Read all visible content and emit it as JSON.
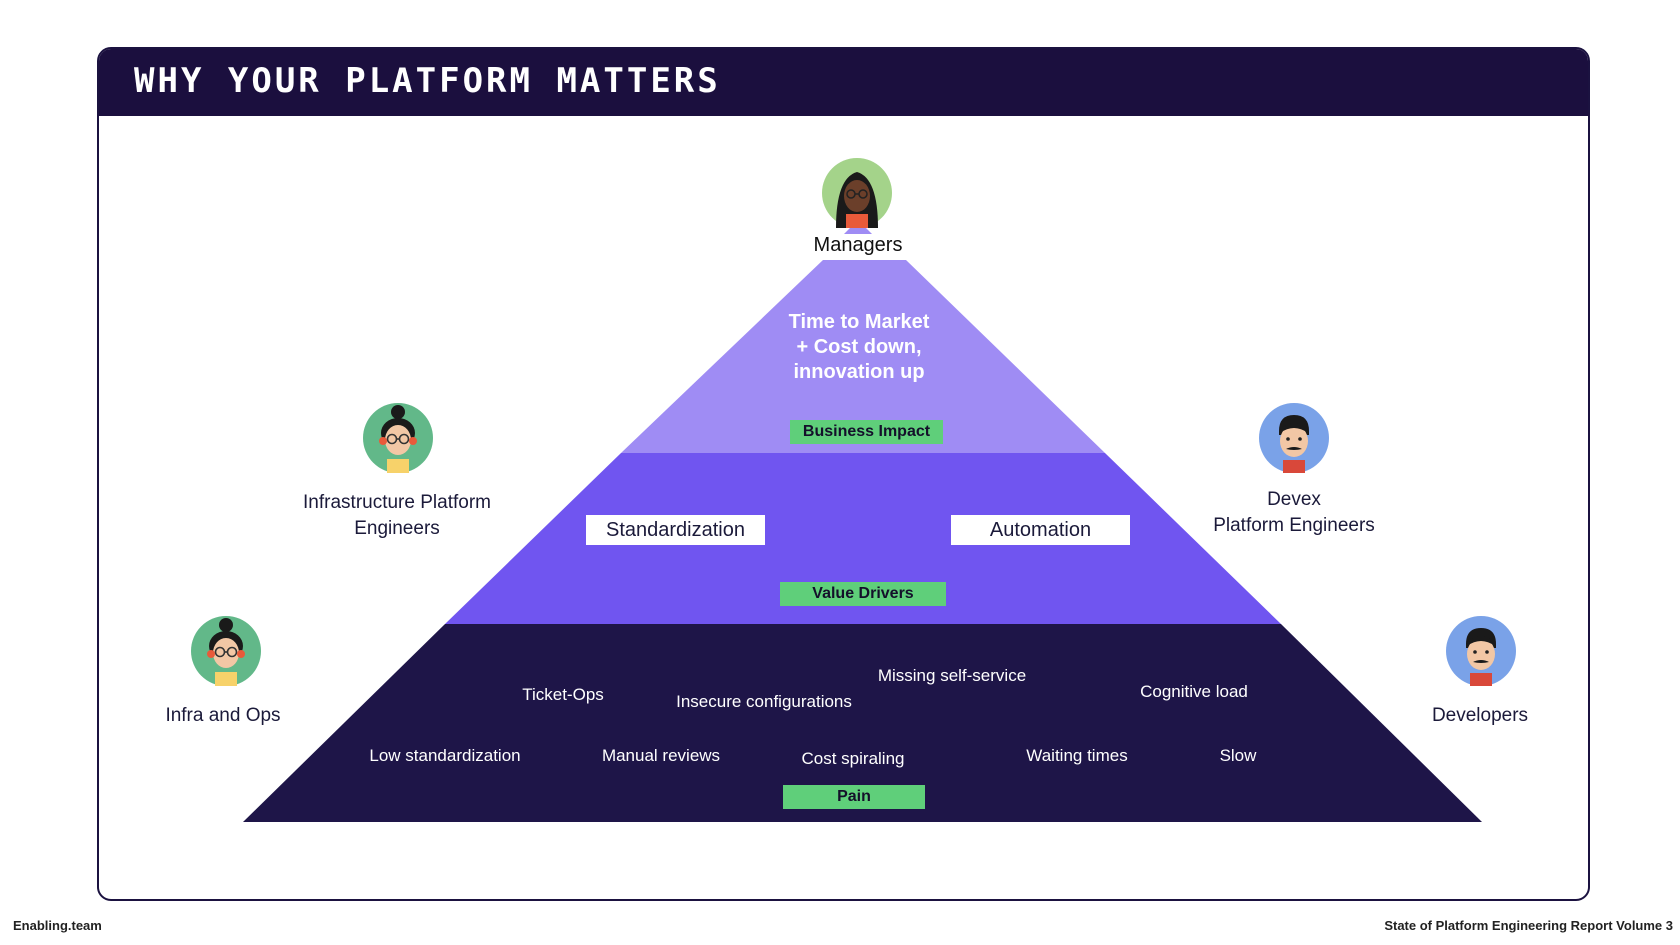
{
  "header": {
    "title": "WHY YOUR PLATFORM MATTERS"
  },
  "pyramid": {
    "top": {
      "text_lines": [
        "Time to Market",
        "+ Cost down,",
        "innovation up"
      ],
      "tag": "Business Impact",
      "color": "#9f8cf4"
    },
    "middle": {
      "boxes": [
        "Standardization",
        "Automation"
      ],
      "tag": "Value Drivers",
      "color": "#7055f0"
    },
    "bottom": {
      "items": [
        "Ticket-Ops",
        "Insecure configurations",
        "Missing self-service",
        "Cognitive load",
        "Low standardization",
        "Manual reviews",
        "Cost spiraling",
        "Waiting times",
        "Slow"
      ],
      "tag": "Pain",
      "color": "#1e1548"
    }
  },
  "roles": {
    "managers": "Managers",
    "infra_platform": [
      "Infrastructure Platform",
      "Engineers"
    ],
    "infra_ops": "Infra and Ops",
    "devex": [
      "Devex",
      "Platform Engineers"
    ],
    "developers": "Developers"
  },
  "avatars": {
    "managers": "woman-glasses-avatar",
    "infra_platform": "woman-glasses-bun-avatar",
    "infra_ops": "woman-glasses-bun-avatar",
    "devex": "man-mustache-avatar",
    "developers": "man-mustache-avatar"
  },
  "accent_colors": {
    "tag_green": "#5fcf7a",
    "header_bg": "#1b0f3e"
  },
  "footer": {
    "left": "Enabling.team",
    "right": "State of Platform Engineering Report Volume 3"
  }
}
